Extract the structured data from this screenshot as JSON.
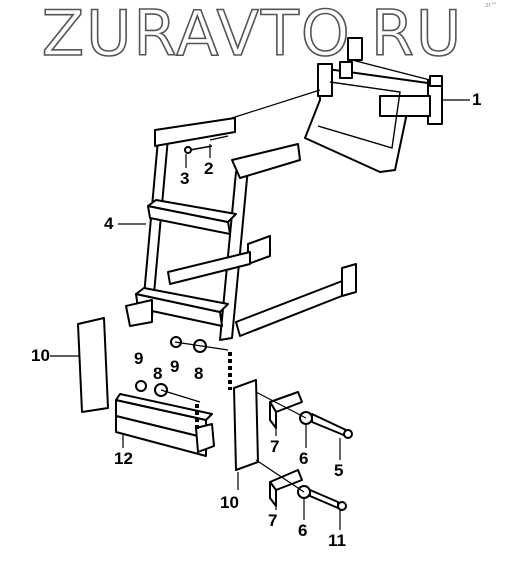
{
  "watermark": "ZURAVTO.RU",
  "corner_mark": "zr™",
  "callouts": {
    "c1": "1",
    "c2": "2",
    "c3": "3",
    "c4": "4",
    "c5": "5",
    "c6a": "6",
    "c6b": "6",
    "c7a": "7",
    "c7b": "7",
    "c8a": "8",
    "c8b": "8",
    "c9a": "9",
    "c9b": "9",
    "c10a": "10",
    "c10b": "10",
    "c11": "11",
    "c12": "12"
  }
}
